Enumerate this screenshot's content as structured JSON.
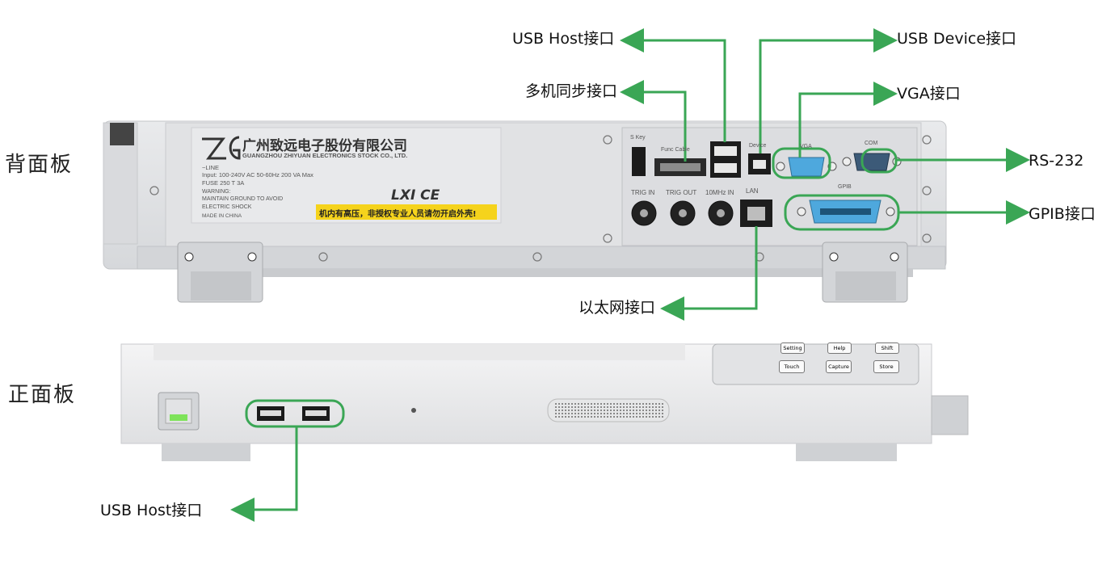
{
  "sections": {
    "rear": "背面板",
    "front": "正面板"
  },
  "callouts": {
    "usb_host_top": "USB Host接口",
    "usb_device": "USB Device接口",
    "sync": "多机同步接口",
    "vga": "VGA接口",
    "rs232": "RS-232",
    "gpib": "GPIB接口",
    "ethernet": "以太网接口",
    "usb_host_front": "USB Host接口"
  },
  "rear_panel": {
    "brand_cn": "广州致远电子股份有限公司",
    "brand_en": "GUANGZHOU ZHIYUAN ELECTRONICS STOCK CO., LTD.",
    "spec_lines": [
      "~LINE",
      "Input: 100-240V AC 50-60Hz 200 VA Max",
      "FUSE 250 T 3A",
      "WARNING:",
      "MAINTAIN GROUND TO AVOID",
      "ELECTRIC SHOCK",
      "MADE IN CHINA"
    ],
    "warning_sticker": "机内有高压，非授权专业人员请勿开启外壳!",
    "cert_marks": "LXI CE",
    "port_labels": {
      "skey": "S Key",
      "func_cable": "Func Cable",
      "device": "Device",
      "vga": "VGA",
      "com": "COM",
      "trig_in": "TRIG IN",
      "trig_out": "TRIG OUT",
      "ref10": "10MHz IN",
      "lan": "LAN",
      "gpib": "GPIB"
    }
  },
  "front_panel": {
    "keys": [
      "Setting",
      "Help",
      "Shift",
      "Touch",
      "Capture",
      "Store"
    ]
  },
  "colors": {
    "callout_green": "#3aa655",
    "panel_gray": "#e4e5e7",
    "panel_dark": "#cfd1d4",
    "vga_blue": "#4ea8dd",
    "sticker_yellow": "#f5d31c"
  }
}
